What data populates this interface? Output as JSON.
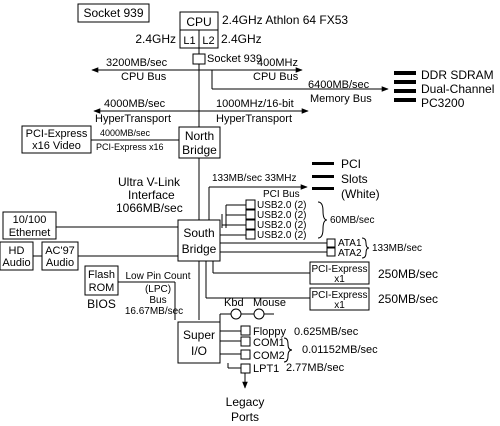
{
  "socket_label": "Socket 939",
  "cpu": {
    "label": "CPU",
    "speed": "2.4GHz Athlon 64 FX53",
    "l1": "L1",
    "l2": "L2",
    "l1_speed": "2.4GHz",
    "l2_speed": "2.4GHz",
    "socket": "Socket 939"
  },
  "cpu_bus": {
    "left_rate": "3200MB/sec",
    "right_rate": "400MHz",
    "label": "CPU Bus"
  },
  "memory": {
    "rate": "6400MB/sec",
    "bus": "Memory Bus",
    "line1": "DDR SDRAM",
    "line2": "Dual-Channel",
    "line3": "PC3200"
  },
  "hypertransport": {
    "left_rate": "4000MB/sec",
    "right_rate": "1000MHz/16-bit",
    "label": "HyperTransport"
  },
  "pcie_video": {
    "line1": "PCI-Express",
    "line2": "x16 Video",
    "rate": "4000MB/sec",
    "bus": "PCI-Express x16"
  },
  "north_bridge": {
    "line1": "North",
    "line2": "Bridge"
  },
  "vlink": {
    "line1": "Ultra V-Link",
    "line2": "Interface",
    "line3": "1066MB/sec"
  },
  "pci": {
    "rate": "133MB/sec 33MHz",
    "bus": "PCI Bus",
    "line1": "PCI",
    "line2": "Slots",
    "line3": "(White)"
  },
  "usb": {
    "ports": [
      "USB2.0 (2)",
      "USB2.0 (2)",
      "USB2.0 (2)",
      "USB2.0 (2)"
    ],
    "rate": "60MB/sec"
  },
  "ethernet": {
    "line1": "10/100",
    "line2": "Ethernet"
  },
  "south_bridge": {
    "line1": "South",
    "line2": "Bridge"
  },
  "ata": {
    "ports": [
      "ATA1",
      "ATA2"
    ],
    "rate": "133MB/sec"
  },
  "hd_audio": {
    "line1": "HD",
    "line2": "Audio"
  },
  "ac97": {
    "line1": "AC'97",
    "line2": "Audio"
  },
  "pcie_x1": [
    {
      "line1": "PCI-Express",
      "line2": "x1",
      "rate": "250MB/sec"
    },
    {
      "line1": "PCI-Express",
      "line2": "x1",
      "rate": "250MB/sec"
    }
  ],
  "flash_rom": {
    "line1": "Flash",
    "line2": "ROM",
    "bios": "BIOS"
  },
  "lpc": {
    "line1": "Low Pin Count",
    "line2": "(LPC)",
    "line3": "Bus",
    "line4": "16.67MB/sec"
  },
  "kbd": "Kbd",
  "mouse": "Mouse",
  "super_io": {
    "line1": "Super",
    "line2": "I/O"
  },
  "ports": {
    "floppy": "Floppy",
    "floppy_rate": "0.625MB/sec",
    "com1": "COM1",
    "com2": "COM2",
    "com_rate": "0.01152MB/sec",
    "lpt1": "LPT1",
    "lpt_rate": "2.77MB/sec"
  },
  "legacy": {
    "line1": "Legacy",
    "line2": "Ports"
  }
}
